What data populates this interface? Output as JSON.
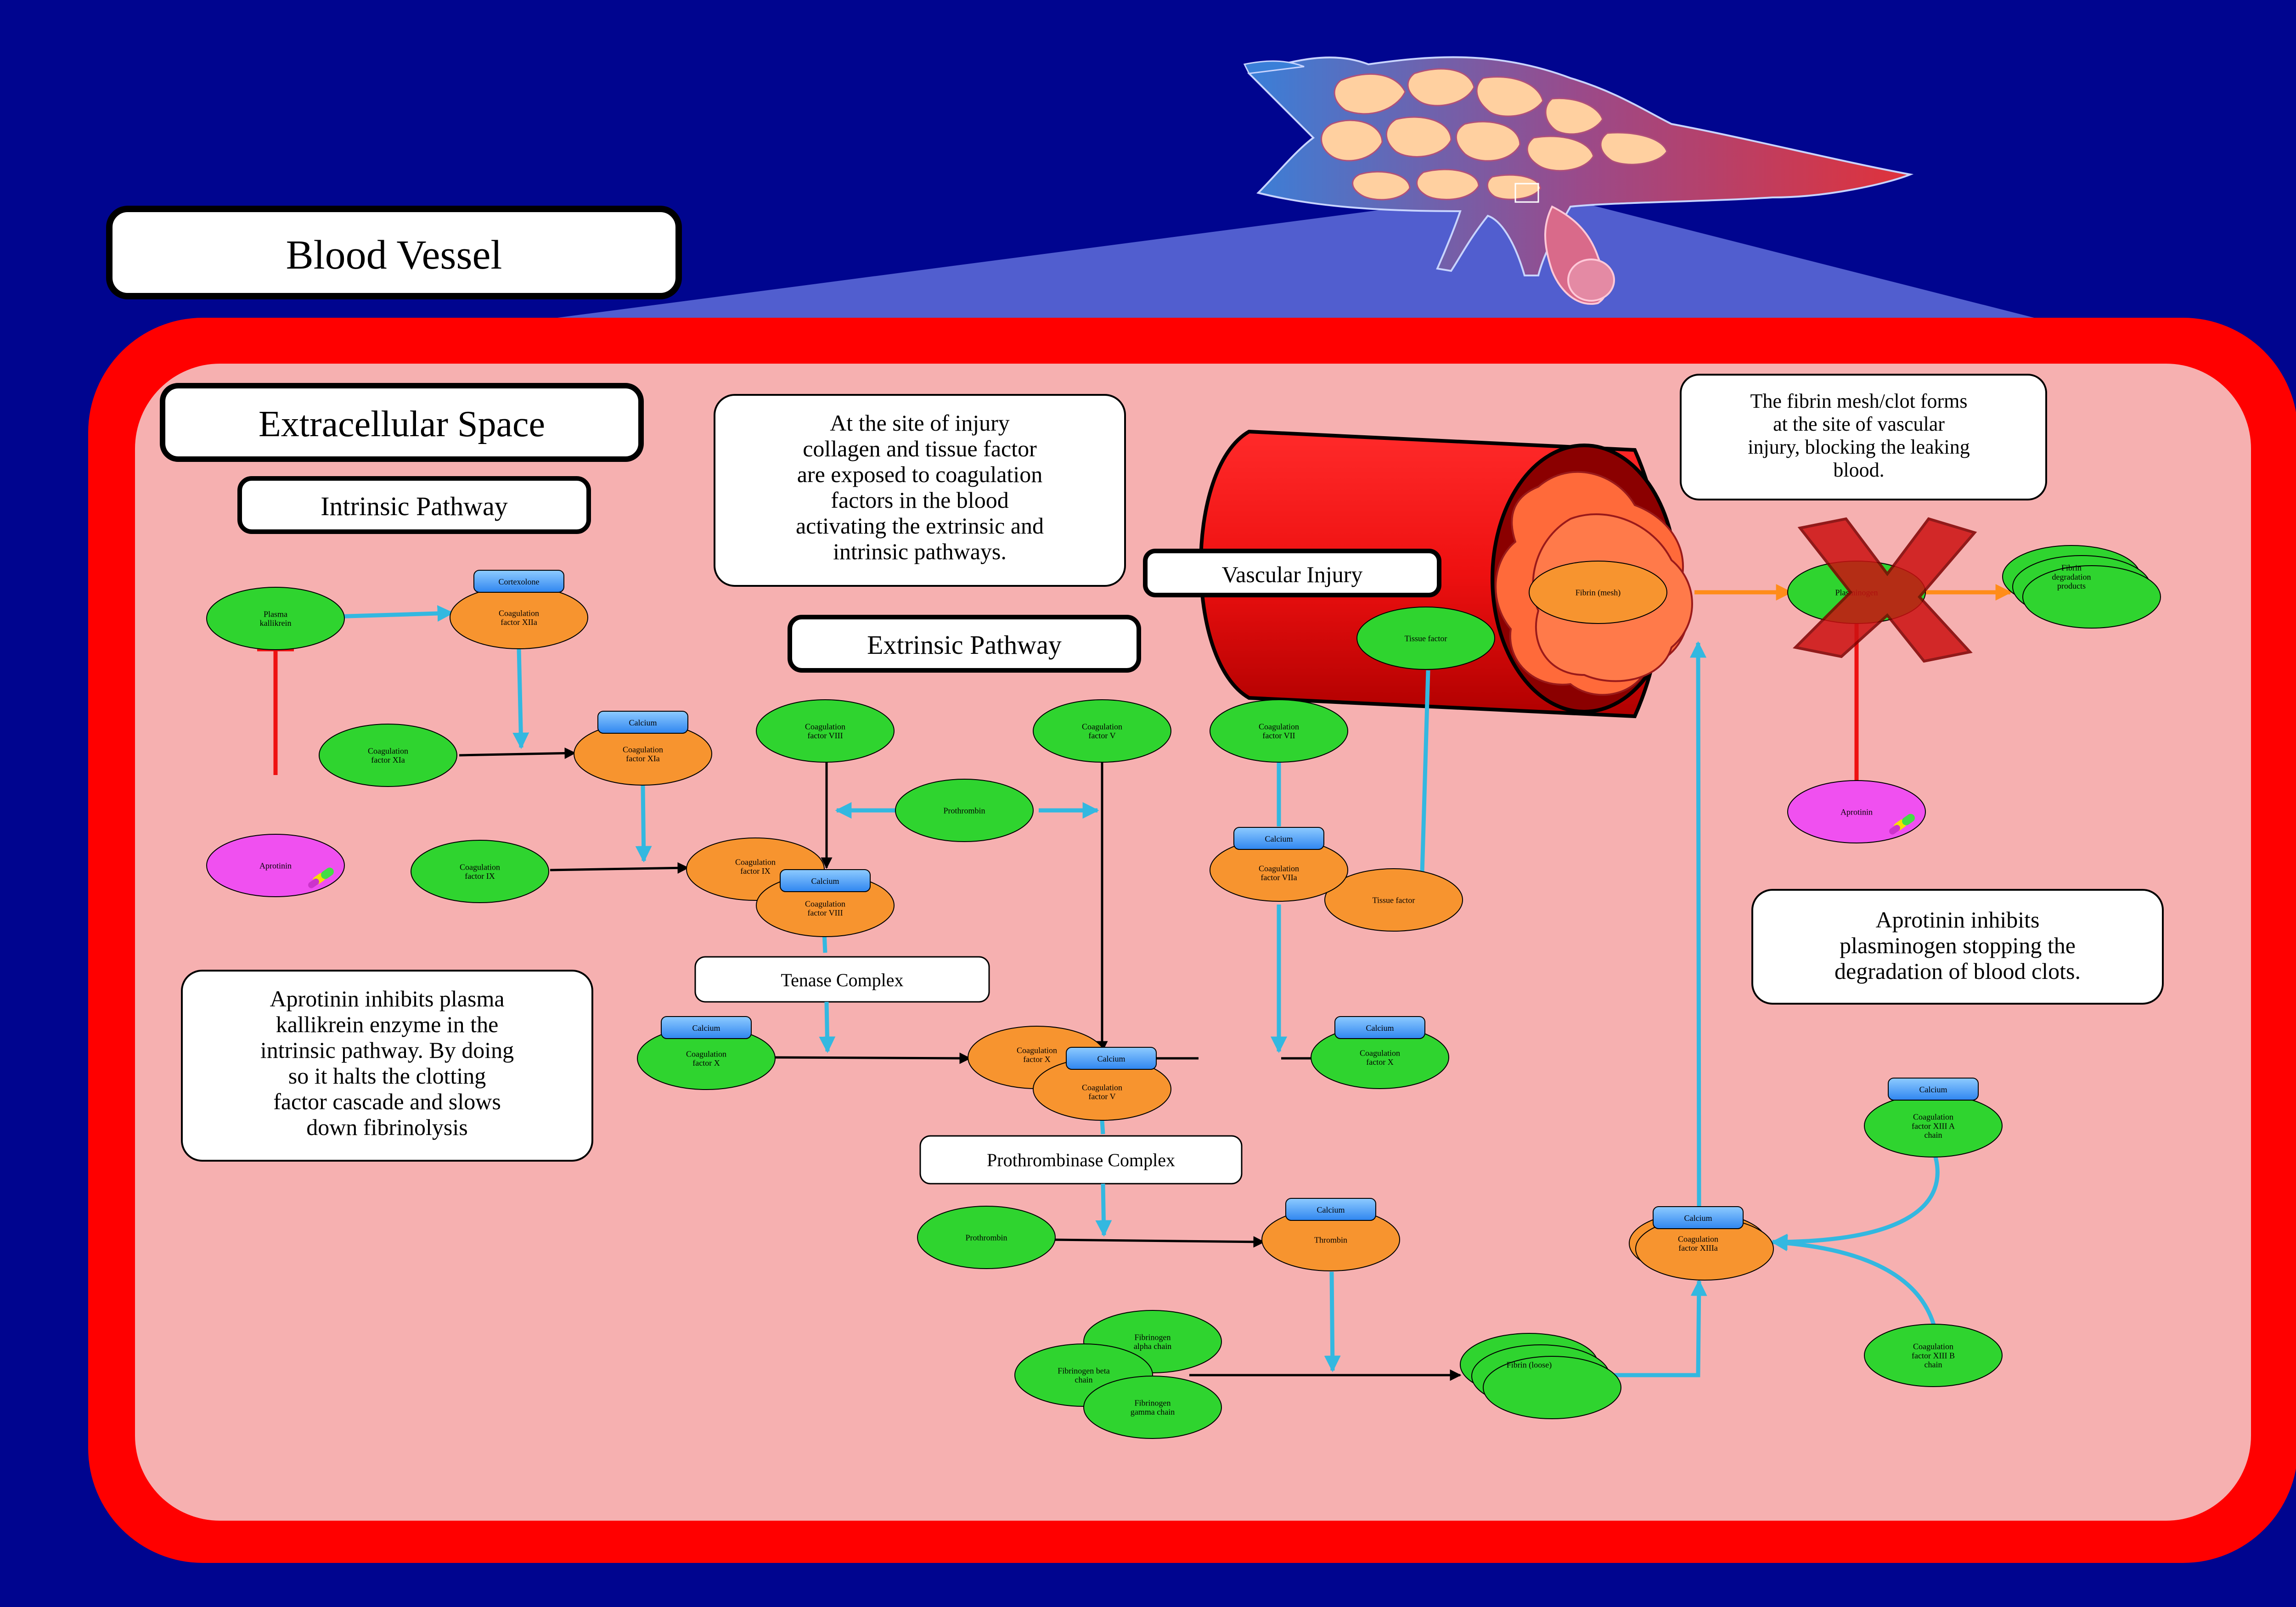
{
  "colors": {
    "background": "#00058f",
    "membrane_outer": "#ff0000",
    "membrane_inner": "#f6b0b0",
    "protein": "#2fd42f",
    "enzyme": "#f7942f",
    "drug": "#f050f0",
    "cofactor": "#4aa3ff",
    "flow_arrow": "#33b8e0",
    "inhibition": "#ee1111",
    "orange_arrow": "#ff8c1a"
  },
  "titles": {
    "blood_vessel": "Blood Vessel",
    "extracellular": "Extracellular Space",
    "intrinsic": "Intrinsic Pathway",
    "extrinsic": "Extrinsic Pathway",
    "vascular_injury": "Vascular Injury",
    "tenase": "Tenase Complex",
    "prothrombinase": "Prothrombinase Complex"
  },
  "notes": {
    "injury_site": [
      "At the site of injury",
      "collagen and tissue factor",
      "are exposed to coagulation",
      "factors in the blood",
      "activating the extrinsic and",
      "intrinsic pathways."
    ],
    "fibrin_mesh": [
      "The fibrin mesh/clot forms",
      "at the site of vascular",
      "injury, blocking the leaking",
      "blood."
    ],
    "aprotinin_kallikrein": [
      "Aprotinin inhibits plasma",
      "kallikrein enzyme in the",
      "intrinsic pathway. By doing",
      "so it halts the clotting",
      "factor cascade and slows",
      "down fibrinolysis"
    ],
    "aprotinin_plasminogen": [
      "Aprotinin inhibits",
      "plasminogen stopping the",
      "degradation of blood clots."
    ]
  },
  "nodes": {
    "plasma_kallikrein": [
      "Plasma",
      "kallikrein"
    ],
    "factor_xiia": [
      "Coagulation",
      "factor XIIa"
    ],
    "cortexolone": [
      "Cortexolone"
    ],
    "factor_xia_green": [
      "Coagulation",
      "factor XIa"
    ],
    "factor_xia_orange": [
      "Coagulation",
      "factor XIa"
    ],
    "aprotinin_left": [
      "Aprotinin"
    ],
    "factor_ix": [
      "Coagulation",
      "factor IX"
    ],
    "factor_ixa": [
      "Coagulation",
      "factor IX"
    ],
    "factor_viii_top": [
      "Coagulation",
      "factor VIII"
    ],
    "factor_viii_tenase": [
      "Coagulation",
      "factor VIII"
    ],
    "prothrombin_mid": [
      "Prothrombin"
    ],
    "factor_v_top": [
      "Coagulation",
      "factor V"
    ],
    "factor_vii": [
      "Coagulation",
      "factor VII"
    ],
    "factor_viia": [
      "Coagulation",
      "factor VIIa"
    ],
    "tissue_factor_top": [
      "Tissue factor"
    ],
    "tissue_factor_bottom": [
      "Tissue factor"
    ],
    "factor_x_left": [
      "Coagulation",
      "factor X"
    ],
    "factor_xa": [
      "Coagulation",
      "factor X"
    ],
    "factor_v_complex": [
      "Coagulation",
      "factor V"
    ],
    "factor_x_right": [
      "Coagulation",
      "factor X"
    ],
    "prothrombin_low": [
      "Prothrombin"
    ],
    "thrombin": [
      "Thrombin"
    ],
    "fibrinogen_alpha": [
      "Fibrinogen",
      "alpha chain"
    ],
    "fibrinogen_beta": [
      "Fibrinogen beta",
      "chain"
    ],
    "fibrinogen_gamma": [
      "Fibrinogen",
      "gamma chain"
    ],
    "fibrin_loose": [
      "Fibrin (loose)"
    ],
    "factor_xiiia": [
      "Coagulation",
      "factor XIIIa"
    ],
    "factor_xiii_a": [
      "Coagulation",
      "factor XIII A",
      "chain"
    ],
    "factor_xiii_b": [
      "Coagulation",
      "factor XIII B",
      "chain"
    ],
    "fibrin_mesh": [
      "Fibrin (mesh)"
    ],
    "plasminogen": [
      "Plasminogen"
    ],
    "fibrin_degradation": [
      "Fibrin",
      "degradation",
      "products"
    ],
    "aprotinin_right": [
      "Aprotinin"
    ]
  },
  "calcium_label": "Calcium"
}
